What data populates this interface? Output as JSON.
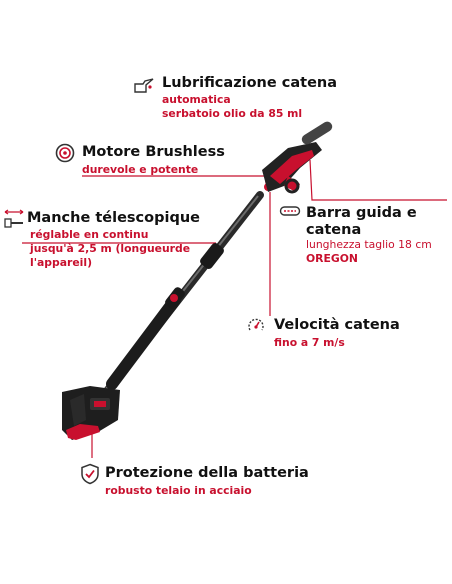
{
  "colors": {
    "accent": "#c8102e",
    "text": "#111111",
    "tool_body": "#222222"
  },
  "features": {
    "lubrication": {
      "icon": "oil-can-icon",
      "title": "Lubrificazione catena",
      "sub1": "automatica",
      "sub2": "serbatoio olio da 85 ml"
    },
    "motor": {
      "icon": "motor-icon",
      "title": "Motore Brushless",
      "sub1": "durevole e potente"
    },
    "handle": {
      "icon": "telescopic-icon",
      "title": "Manche télescopique",
      "sub1": "réglable en continu",
      "sub2": "jusqu'à 2,5 m (longueurde",
      "sub3": "l'appareil)"
    },
    "bar": {
      "icon": "chain-bar-icon",
      "title1": "Barra guida e",
      "title2": "catena",
      "sub1": "lunghezza taglio 18 cm",
      "sub2": "OREGON"
    },
    "speed": {
      "icon": "speed-icon",
      "title": "Velocità catena",
      "sub1": "fino a 7 m/s"
    },
    "battery": {
      "icon": "shield-check-icon",
      "title": "Protezione della batteria",
      "sub1": "robusto telaio in acciaio"
    }
  }
}
